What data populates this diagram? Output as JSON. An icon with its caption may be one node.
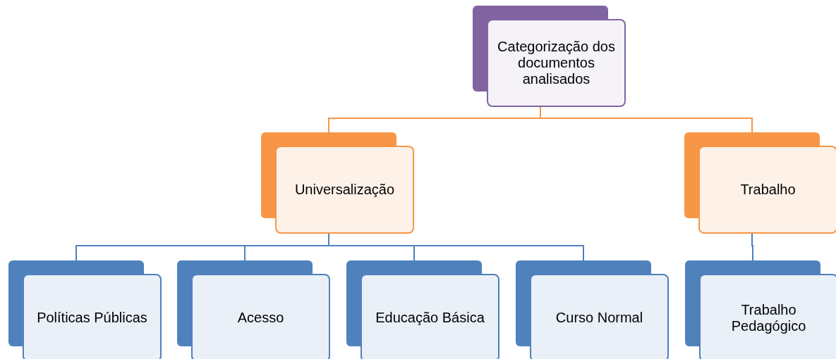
{
  "diagram": {
    "nodes": [
      {
        "text": [
          "Categorização dos documentos analisados"
        ]
      },
      {
        "text": [
          "Universalização"
        ]
      },
      {
        "text": [
          "Trabalho"
        ]
      },
      {
        "text": [
          "Políticas Públicas"
        ]
      },
      {
        "text": [
          "Acesso"
        ]
      },
      {
        "text": [
          "Educação Básica"
        ]
      },
      {
        "text": [
          "Curso Normal"
        ]
      },
      {
        "text": [
          "Trabalho Pedagógico"
        ]
      }
    ],
    "edges": [
      {
        "from": 0,
        "to": 1,
        "arrow": "none",
        "color": "#f79646"
      },
      {
        "from": 0,
        "to": 2,
        "arrow": "none",
        "color": "#f79646"
      },
      {
        "from": 1,
        "to": 3,
        "arrow": "none"
      },
      {
        "from": 1,
        "to": 4,
        "arrow": "none"
      },
      {
        "from": 1,
        "to": 5,
        "arrow": "none"
      },
      {
        "from": 1,
        "to": 6,
        "arrow": "none"
      },
      {
        "from": 2,
        "to": 7,
        "arrow": "none"
      }
    ]
  }
}
